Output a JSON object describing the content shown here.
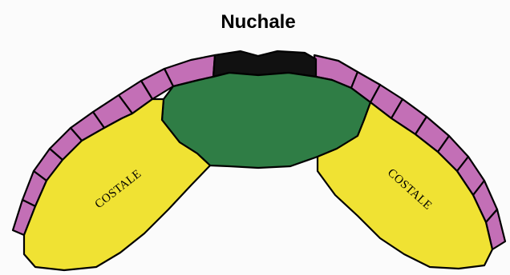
{
  "title": "Nuchale",
  "labels": {
    "left_costale": "COSTALE",
    "right_costale": "COSTALE"
  },
  "colors": {
    "nuchale": "#111111",
    "neural": "#2f7d45",
    "costale": "#f0e233",
    "peripheral": "#c36fb6",
    "outline": "#000000",
    "background": "#fbfbfb"
  }
}
